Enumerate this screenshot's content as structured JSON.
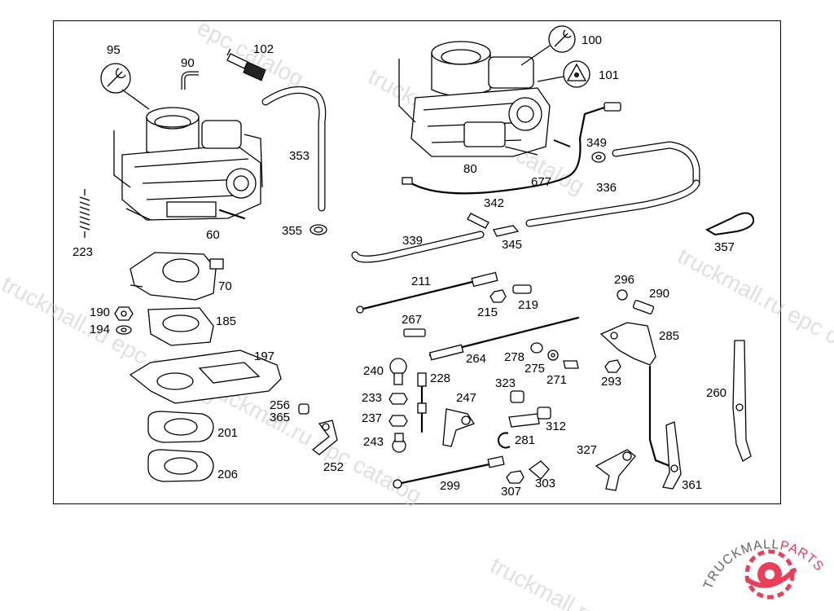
{
  "watermark": {
    "catalog": "truckmall.ru epc catalog",
    "short": "epc catalog",
    "tail": "truckmall.ru"
  },
  "logo": {
    "text_a": "TRUCKMALL",
    "text_b": "PARTS",
    "accent": "#e8405a"
  },
  "labels": {
    "p95": "95",
    "p90": "90",
    "p102": "102",
    "p353": "353",
    "p355": "355",
    "p60": "60",
    "p223": "223",
    "p70": "70",
    "p190": "190",
    "p194": "194",
    "p185": "185",
    "p197": "197",
    "p256": "256",
    "p365": "365",
    "p201": "201",
    "p206": "206",
    "p252": "252",
    "p100": "100",
    "p101": "101",
    "p80": "80",
    "p677": "677",
    "p349": "349",
    "p336": "336",
    "p342": "342",
    "p345": "345",
    "p339": "339",
    "p357": "357",
    "p211": "211",
    "p215": "215",
    "p219": "219",
    "p267": "267",
    "p296": "296",
    "p290": "290",
    "p285": "285",
    "p264": "264",
    "p278": "278",
    "p275": "275",
    "p271": "271",
    "p293": "293",
    "p240": "240",
    "p228": "228",
    "p233": "233",
    "p247": "247",
    "p323": "323",
    "p237": "237",
    "p312": "312",
    "p260": "260",
    "p243": "243",
    "p281": "281",
    "p327": "327",
    "p299": "299",
    "p307": "307",
    "p303": "303",
    "p361": "361"
  }
}
